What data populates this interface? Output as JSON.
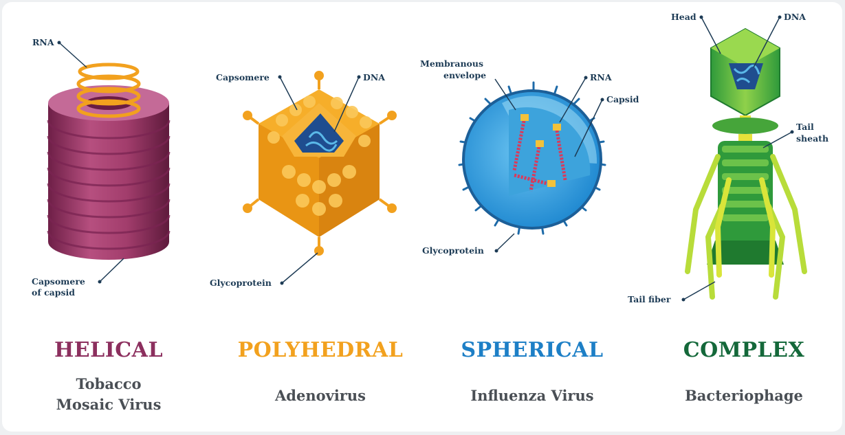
{
  "colors": {
    "helical": "#8c2f5e",
    "polyhedral": "#f2a11e",
    "spherical": "#1d7fc6",
    "complex": "#14683a",
    "label": "#1d3b55",
    "subtitle": "#4a4f55"
  },
  "viruses": [
    {
      "title": "HELICAL",
      "example": [
        "Tobacco",
        "Mosaic Virus"
      ],
      "labels": {
        "rna": "RNA",
        "capsomere": [
          "Capsomere",
          "of capsid"
        ]
      }
    },
    {
      "title": "POLYHEDRAL",
      "example": [
        "Adenovirus"
      ],
      "labels": {
        "capsomere": "Capsomere",
        "dna": "DNA",
        "glycoprotein": "Glycoprotein"
      }
    },
    {
      "title": "SPHERICAL",
      "example": [
        "Influenza Virus"
      ],
      "labels": {
        "envelope": [
          "Membranous",
          "envelope"
        ],
        "rna": "RNA",
        "capsid": "Capsid",
        "glycoprotein": "Glycoprotein"
      }
    },
    {
      "title": "COMPLEX",
      "example": [
        "Bacteriophage"
      ],
      "labels": {
        "head": "Head",
        "dna": "DNA",
        "tail_sheath": [
          "Tail",
          "sheath"
        ],
        "tail_fiber": "Tail fiber"
      }
    }
  ]
}
